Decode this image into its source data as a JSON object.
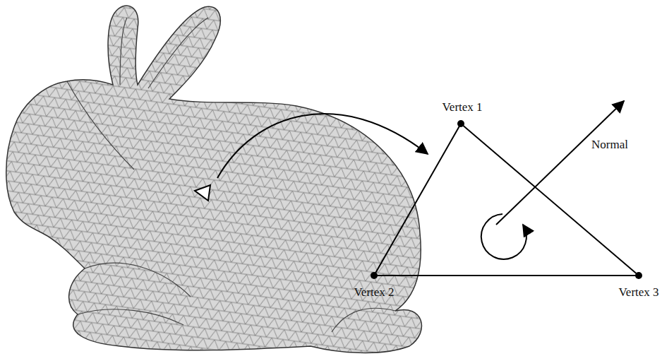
{
  "diagram": {
    "labels": [
      "Vertex 1",
      "Vertex 2",
      "Vertex 3",
      "Normal"
    ]
  }
}
